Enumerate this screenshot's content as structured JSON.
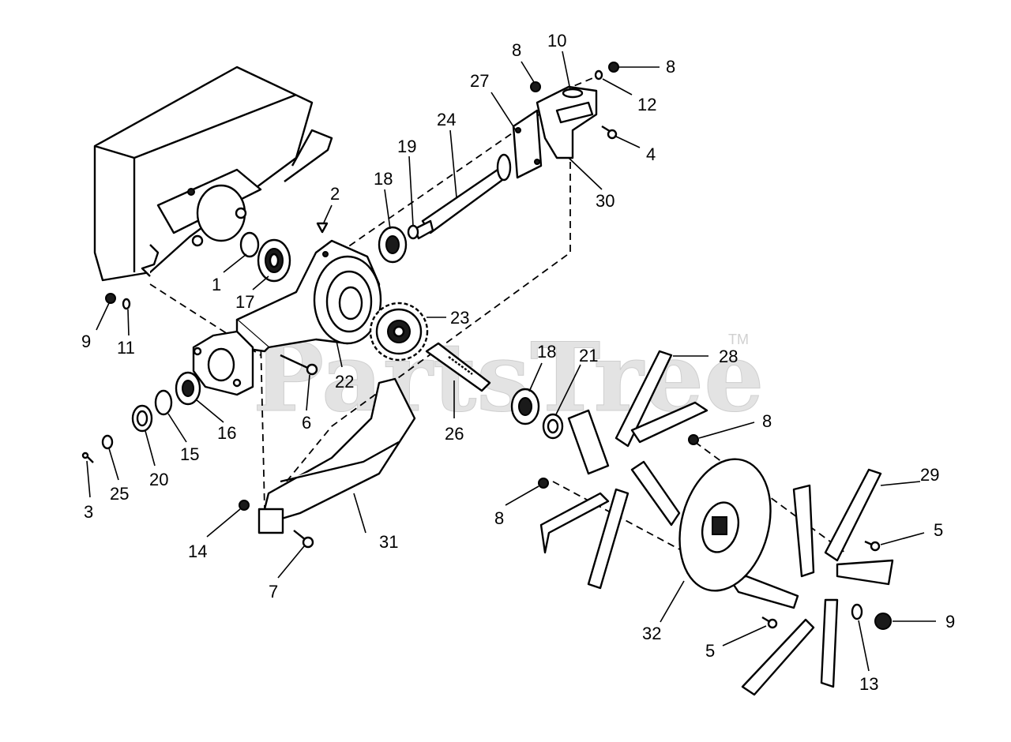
{
  "watermark": {
    "text": "PartsTree",
    "trademark": "TM"
  },
  "callouts": {
    "c1": "1",
    "c2": "2",
    "c3": "3",
    "c4": "4",
    "c5a": "5",
    "c5b": "5",
    "c6": "6",
    "c7": "7",
    "c8a": "8",
    "c8b": "8",
    "c8c": "8",
    "c8d": "8",
    "c9a": "9",
    "c9b": "9",
    "c10": "10",
    "c11": "11",
    "c12": "12",
    "c13": "13",
    "c14": "14",
    "c15": "15",
    "c16": "16",
    "c17": "17",
    "c18a": "18",
    "c18b": "18",
    "c19": "19",
    "c20": "20",
    "c21": "21",
    "c22": "22",
    "c23": "23",
    "c24": "24",
    "c25": "25",
    "c26": "26",
    "c27": "27",
    "c28": "28",
    "c29": "29",
    "c30": "30",
    "c31": "31",
    "c32": "32"
  }
}
